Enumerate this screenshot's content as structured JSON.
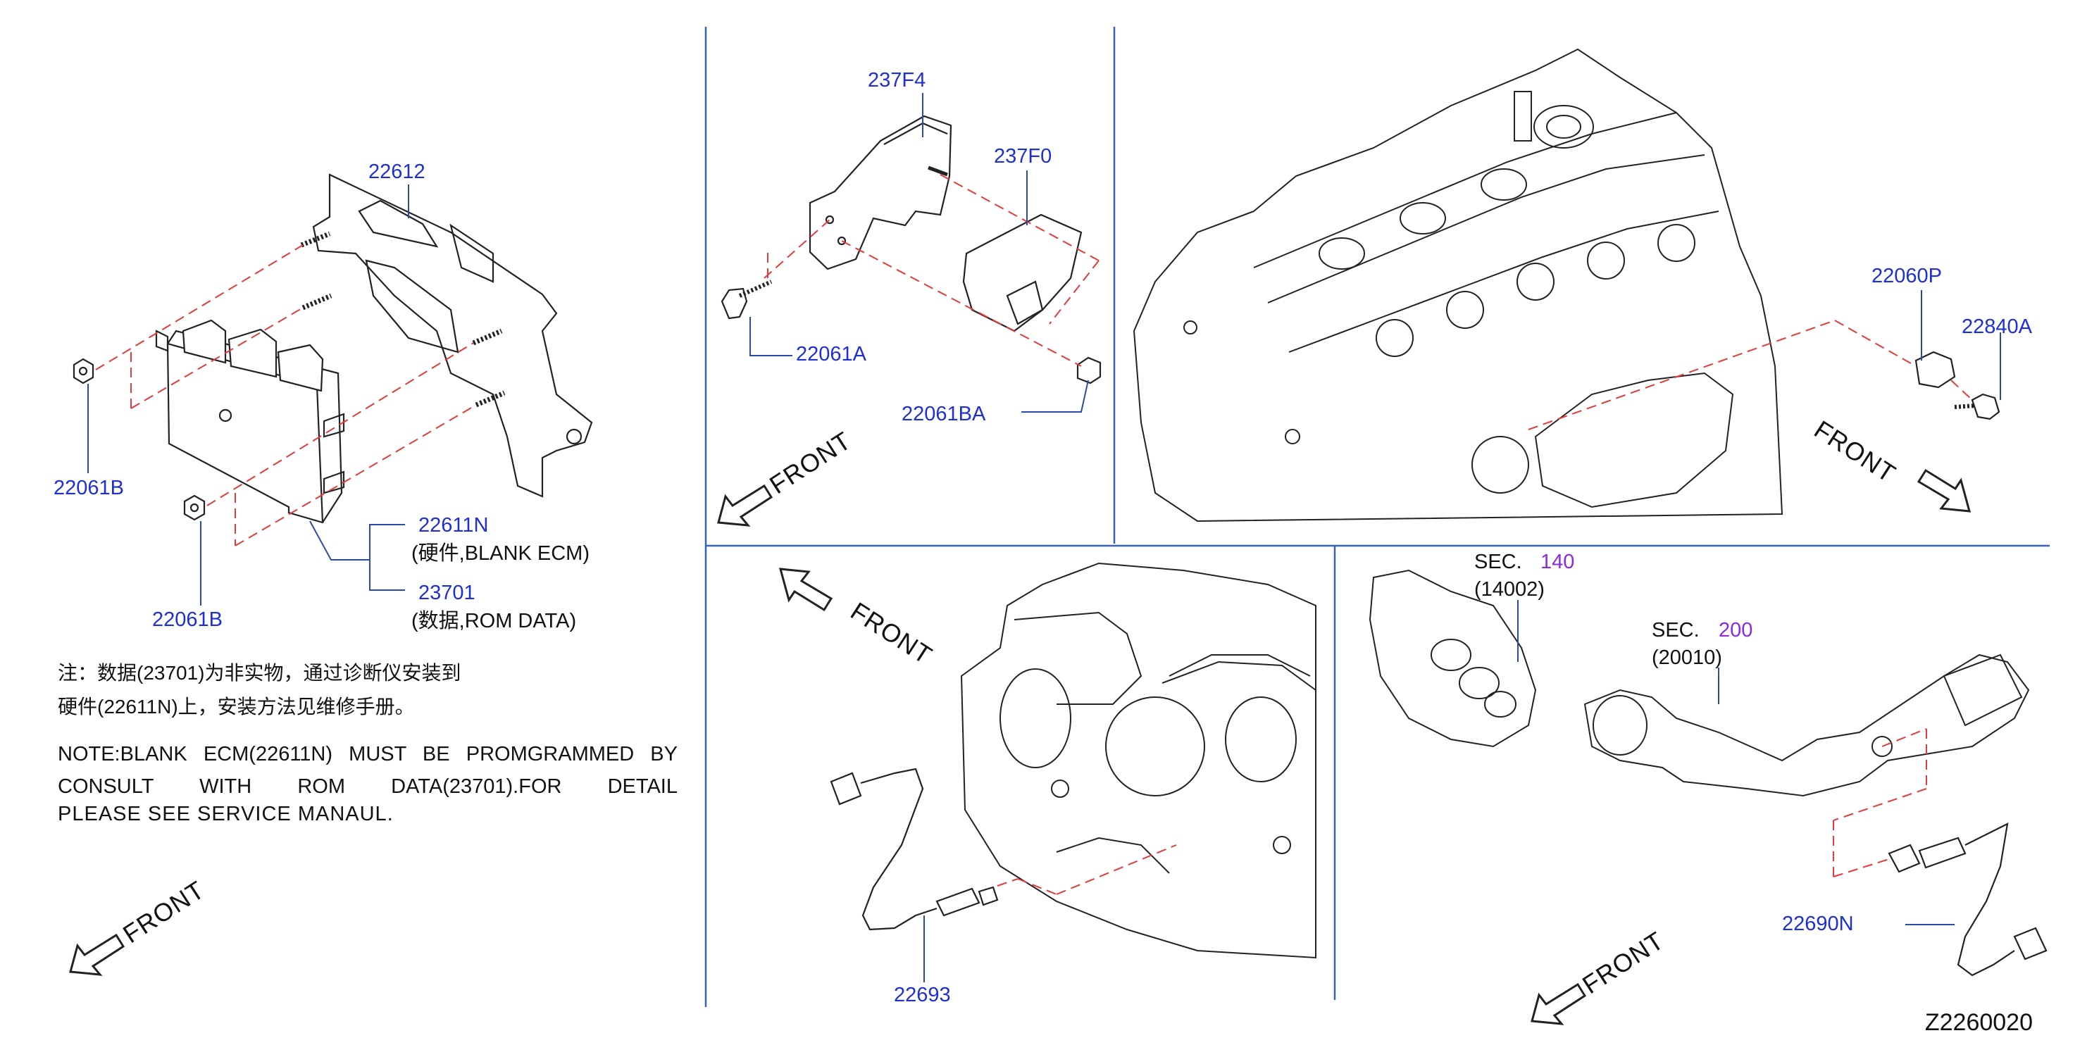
{
  "labels": {
    "p22612": "22612",
    "p22061B_a": "22061B",
    "p22061B_b": "22061B",
    "p22611N": "22611N",
    "p22611N_desc": "(硬件,BLANK ECM)",
    "p23701": "23701",
    "p23701_desc": "(数据,ROM DATA)",
    "p237F4": "237F4",
    "p237F0": "237F0",
    "p22061A": "22061A",
    "p22061BA": "22061BA",
    "p22060P": "22060P",
    "p22840A": "22840A",
    "p22693": "22693",
    "sec140_prefix": "SEC.",
    "sec140_num": "140",
    "sec140_ref": "(14002)",
    "sec200_prefix": "SEC.",
    "sec200_num": "200",
    "sec200_ref": "(20010)",
    "p22690N": "22690N"
  },
  "front_labels": {
    "f1": "FRONT",
    "f2": "FRONT",
    "f3": "FRONT",
    "f4": "FRONT",
    "f5": "FRONT"
  },
  "notes": {
    "cn_line1": "注：数据(23701)为非实物，通过诊断仪安装到",
    "cn_line2": "硬件(22611N)上，安装方法见维修手册。",
    "en_text": "NOTE:BLANK ECM(22611N) MUST BE PROMGRAMMED BY CONSULT WITH ROM DATA(23701).FOR DETAIL",
    "en_last": "PLEASE SEE SERVICE MANAUL."
  },
  "diagram_id": "Z2260020",
  "colors": {
    "part_label": "#1f2fd6",
    "section_number": "#8a2be2",
    "leader_line": "#2b4ba8",
    "dashed_line": "#e23b3b",
    "frame_line": "#3a62b0",
    "ink": "#222222"
  }
}
